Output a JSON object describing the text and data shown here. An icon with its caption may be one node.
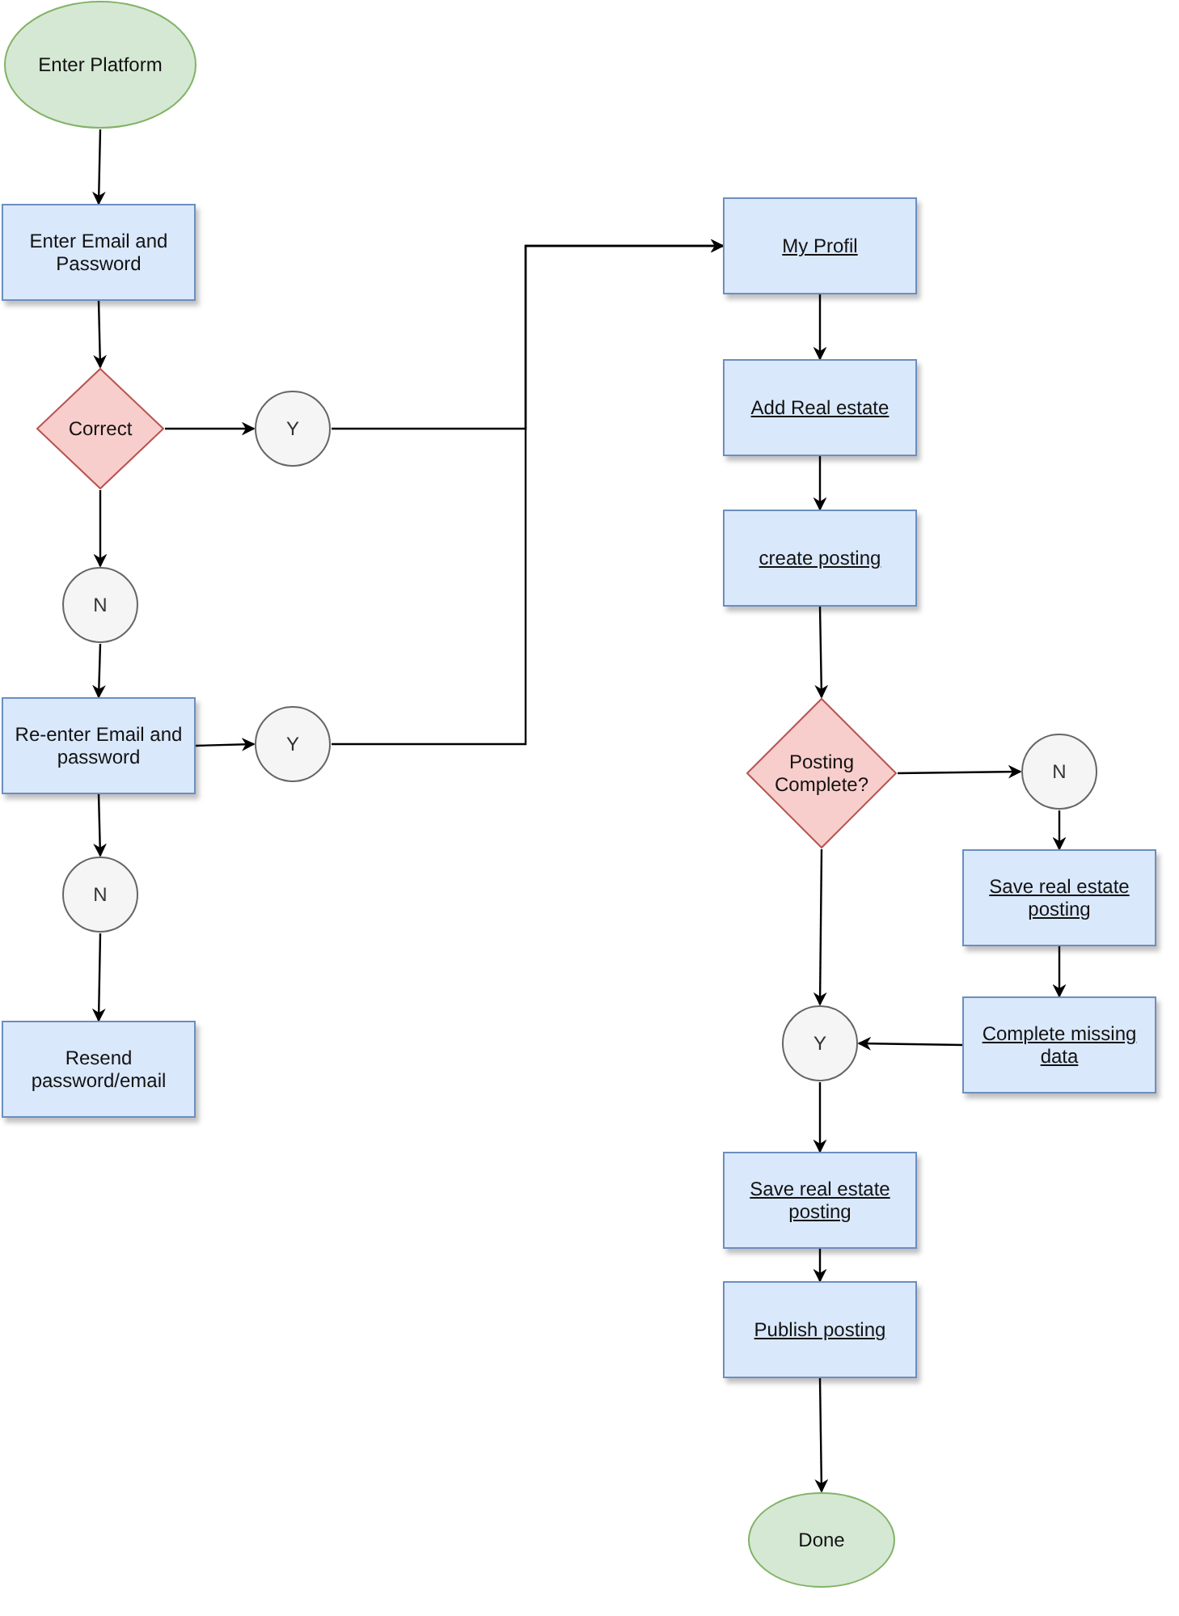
{
  "diagram": {
    "nodes": [
      {
        "text": [
          "Enter Platform"
        ]
      },
      {
        "text": [
          "Enter Email and Password"
        ]
      },
      {
        "text": [
          "Correct"
        ]
      },
      {
        "text": [
          "Y"
        ]
      },
      {
        "text": [
          "N"
        ]
      },
      {
        "text": [
          "Re-enter Email and password"
        ]
      },
      {
        "text": [
          "Y"
        ]
      },
      {
        "text": [
          "N"
        ]
      },
      {
        "text": [
          "Resend password/email"
        ]
      },
      {
        "text": [
          "My Profil"
        ]
      },
      {
        "text": [
          "Add Real estate"
        ]
      },
      {
        "text": [
          "create posting"
        ]
      },
      {
        "text": [
          "Posting Complete?"
        ]
      },
      {
        "text": [
          "N"
        ]
      },
      {
        "text": [
          "Save real estate posting"
        ]
      },
      {
        "text": [
          "Complete missing data"
        ]
      },
      {
        "text": [
          "Y"
        ]
      },
      {
        "text": [
          "Save real estate posting"
        ]
      },
      {
        "text": [
          "Publish posting"
        ]
      },
      {
        "text": [
          "Done"
        ]
      }
    ],
    "edges": [
      {
        "from": 0,
        "to": 1,
        "arrow": "to"
      },
      {
        "from": 1,
        "to": 2,
        "arrow": "to"
      },
      {
        "from": 2,
        "to": 3,
        "arrow": "to"
      },
      {
        "from": 2,
        "to": 4,
        "arrow": "to"
      },
      {
        "from": 4,
        "to": 5,
        "arrow": "to"
      },
      {
        "from": 5,
        "to": 6,
        "arrow": "to"
      },
      {
        "from": 5,
        "to": 7,
        "arrow": "to"
      },
      {
        "from": 7,
        "to": 8,
        "arrow": "to"
      },
      {
        "from": 3,
        "to": 9,
        "arrow": "to"
      },
      {
        "from": 6,
        "to": 9,
        "arrow": "to"
      },
      {
        "from": 9,
        "to": 10,
        "arrow": "to"
      },
      {
        "from": 10,
        "to": 11,
        "arrow": "to"
      },
      {
        "from": 11,
        "to": 12,
        "arrow": "to"
      },
      {
        "from": 12,
        "to": 13,
        "arrow": "to"
      },
      {
        "from": 13,
        "to": 14,
        "arrow": "to"
      },
      {
        "from": 14,
        "to": 15,
        "arrow": "to"
      },
      {
        "from": 15,
        "to": 16,
        "arrow": "to"
      },
      {
        "from": 12,
        "to": 16,
        "arrow": "to"
      },
      {
        "from": 16,
        "to": 17,
        "arrow": "to"
      },
      {
        "from": 17,
        "to": 18,
        "arrow": "to"
      },
      {
        "from": 18,
        "to": 19,
        "arrow": "to"
      }
    ]
  }
}
